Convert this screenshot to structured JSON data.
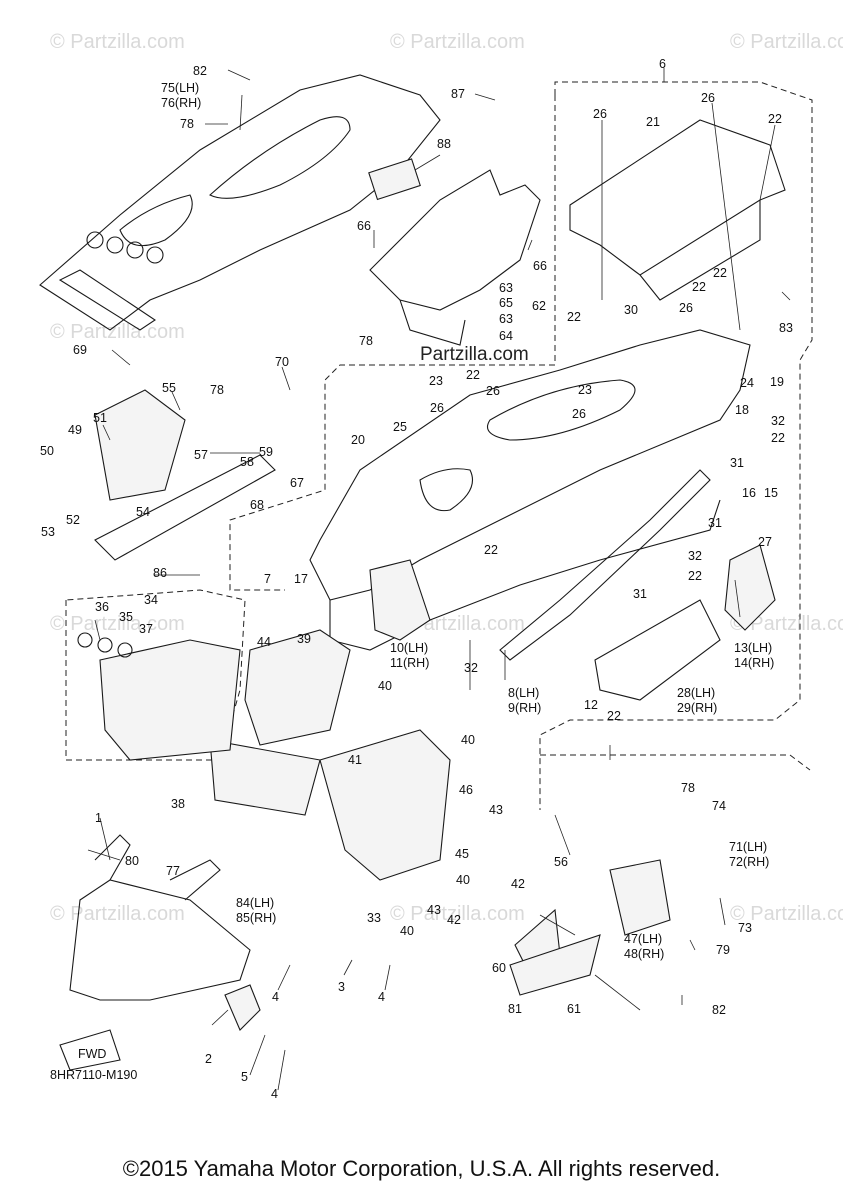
{
  "watermarks": {
    "small": "© Partzilla.com",
    "center": "Partzilla.com"
  },
  "diagram_code": "8HR7110-M190",
  "fwd_label": "FWD",
  "copyright": "©2015 Yamaha Motor Corporation, U.S.A. All rights reserved.",
  "callouts": [
    "1",
    "2",
    "3",
    "4",
    "4",
    "4",
    "5",
    "6",
    "7",
    "8(LH)",
    "9(RH)",
    "10(LH)",
    "11(RH)",
    "12",
    "13(LH)",
    "14(RH)",
    "15",
    "16",
    "17",
    "18",
    "19",
    "20",
    "21",
    "22",
    "22",
    "22",
    "22",
    "22",
    "22",
    "22",
    "22",
    "22",
    "23",
    "23",
    "24",
    "25",
    "26",
    "26",
    "26",
    "26",
    "26",
    "26",
    "27",
    "28(LH)",
    "29(RH)",
    "30",
    "31",
    "31",
    "31",
    "32",
    "32",
    "32",
    "33",
    "34",
    "35",
    "36",
    "37",
    "38",
    "39",
    "40",
    "40",
    "40",
    "40",
    "41",
    "42",
    "42",
    "43",
    "43",
    "44",
    "45",
    "46",
    "47(LH)",
    "48(RH)",
    "49",
    "50",
    "51",
    "52",
    "53",
    "54",
    "55",
    "56",
    "57",
    "58",
    "59",
    "60",
    "61",
    "62",
    "63",
    "63",
    "64",
    "65",
    "66",
    "66",
    "67",
    "68",
    "69",
    "70",
    "71(LH)",
    "72(RH)",
    "73",
    "74",
    "75(LH)",
    "76(RH)",
    "77",
    "78",
    "78",
    "78",
    "78",
    "79",
    "80",
    "81",
    "82",
    "82",
    "83",
    "84(LH)",
    "85(RH)",
    "86",
    "87",
    "88"
  ]
}
